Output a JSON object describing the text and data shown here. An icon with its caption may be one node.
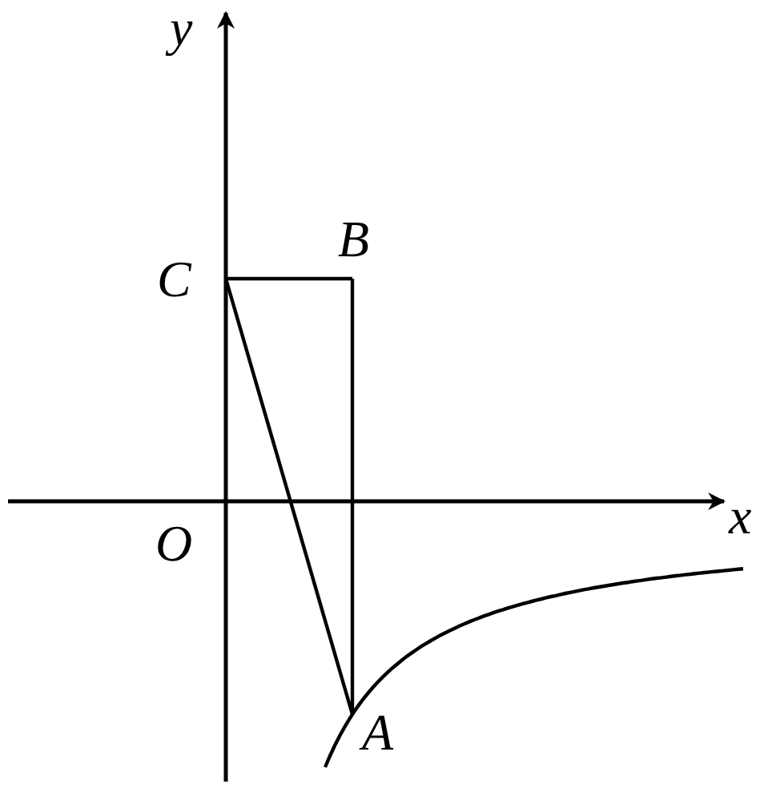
{
  "diagram": {
    "nodes": [
      {
        "text": [
          "C"
        ]
      },
      {
        "text": [
          "B"
        ]
      },
      {
        "text": [
          "A"
        ]
      }
    ],
    "edges": [
      {
        "from": 0,
        "to": 1,
        "arrow": "none"
      },
      {
        "from": 1,
        "to": 2,
        "arrow": "none"
      },
      {
        "from": 0,
        "to": 2,
        "arrow": "none"
      }
    ],
    "labels": [
      "y",
      "x",
      "O"
    ]
  }
}
